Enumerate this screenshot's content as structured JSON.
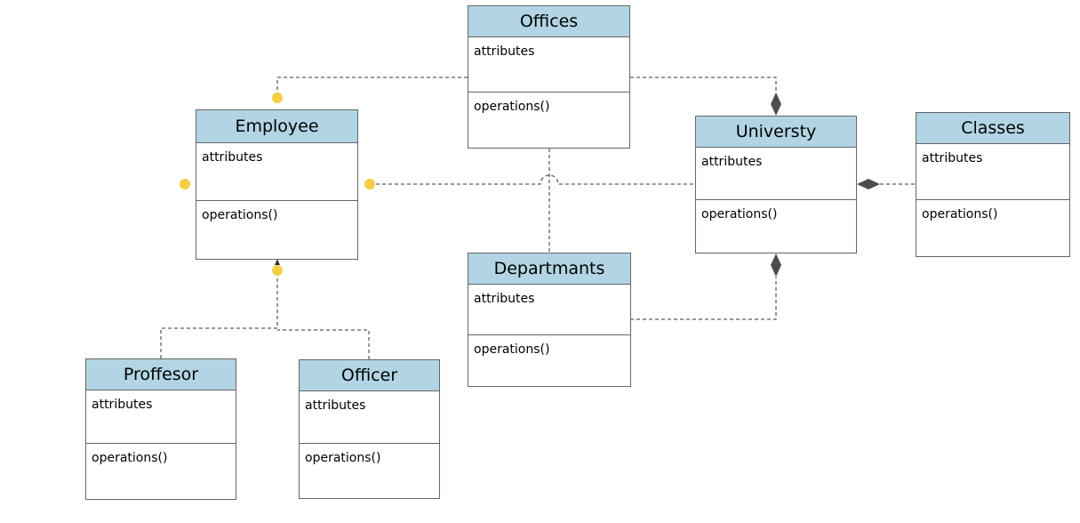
{
  "colors": {
    "header_fill": "#b1d5e4",
    "border": "#666666",
    "connector": "#333333",
    "diamond": "#4d4d4d",
    "endpoint_dot": "#f5cf3f"
  },
  "classes": {
    "offices": {
      "name": "Offices",
      "attributes": "attributes",
      "operations": "operations()"
    },
    "employee": {
      "name": "Employee",
      "attributes": "attributes",
      "operations": "operations()"
    },
    "universty": {
      "name": "Universty",
      "attributes": "attributes",
      "operations": "operations()"
    },
    "classes": {
      "name": "Classes",
      "attributes": "attributes",
      "operations": "operations()"
    },
    "departmants": {
      "name": "Departmants",
      "attributes": "attributes",
      "operations": "operations()"
    },
    "proffesor": {
      "name": "Proffesor",
      "attributes": "attributes",
      "operations": "operations()"
    },
    "officer": {
      "name": "Officer",
      "attributes": "attributes",
      "operations": "operations()"
    }
  },
  "relations": [
    {
      "from": "Offices",
      "to": "Employee",
      "kind": "dependency"
    },
    {
      "from": "Offices",
      "to": "Universty",
      "kind": "composition"
    },
    {
      "from": "Employee",
      "to": "Universty",
      "kind": "dependency"
    },
    {
      "from": "Offices",
      "to": "Departmants",
      "kind": "dependency"
    },
    {
      "from": "Classes",
      "to": "Universty",
      "kind": "composition"
    },
    {
      "from": "Departmants",
      "to": "Universty",
      "kind": "composition"
    },
    {
      "from": "Proffesor",
      "to": "Employee",
      "kind": "generalization"
    },
    {
      "from": "Officer",
      "to": "Employee",
      "kind": "generalization"
    }
  ]
}
